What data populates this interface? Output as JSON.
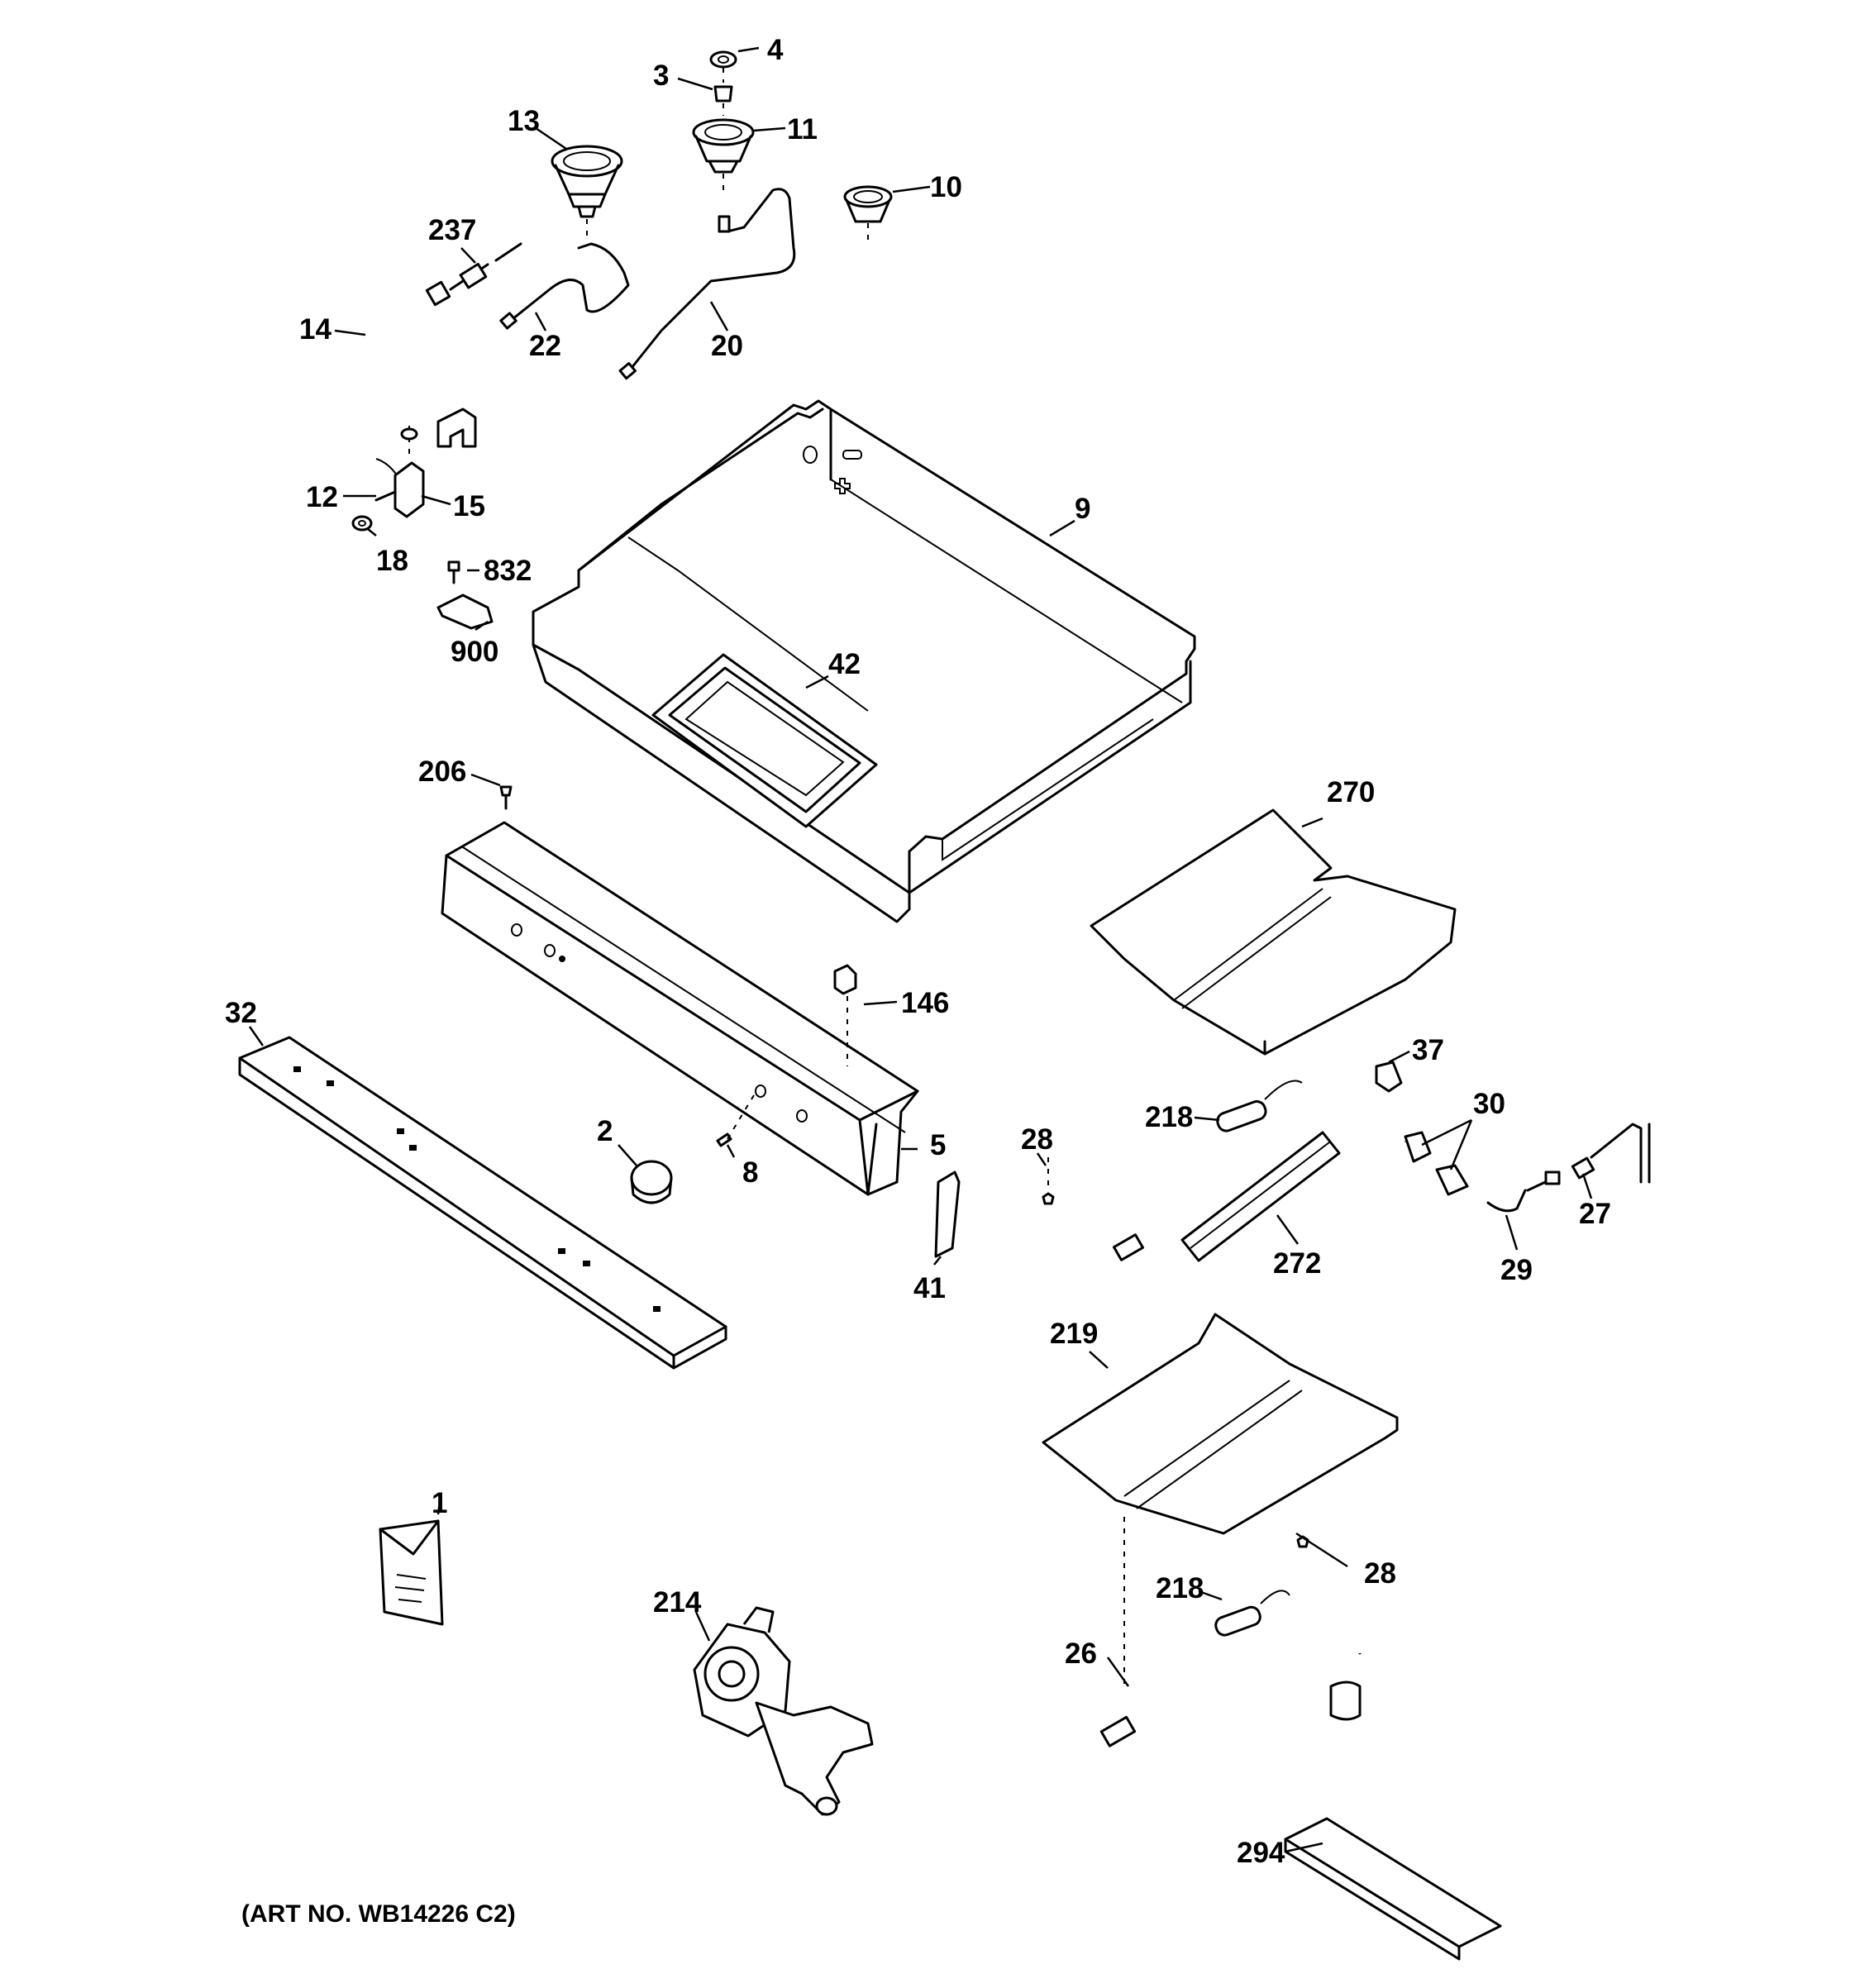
{
  "art_number": "(ART NO. WB14226 C2)",
  "parts": {
    "p1": "1",
    "p2": "2",
    "p3": "3",
    "p4": "4",
    "p5": "5",
    "p8": "8",
    "p9": "9",
    "p10": "10",
    "p11": "11",
    "p12": "12",
    "p13": "13",
    "p14": "14",
    "p15": "15",
    "p18": "18",
    "p20": "20",
    "p22": "22",
    "p26": "26",
    "p27": "27",
    "p28a": "28",
    "p28b": "28",
    "p29": "29",
    "p30": "30",
    "p32": "32",
    "p37": "37",
    "p41": "41",
    "p42": "42",
    "p146": "146",
    "p206": "206",
    "p214": "214",
    "p218a": "218",
    "p218b": "218",
    "p219": "219",
    "p237": "237",
    "p270": "270",
    "p272": "272",
    "p294": "294",
    "p832": "832",
    "p900": "900"
  }
}
